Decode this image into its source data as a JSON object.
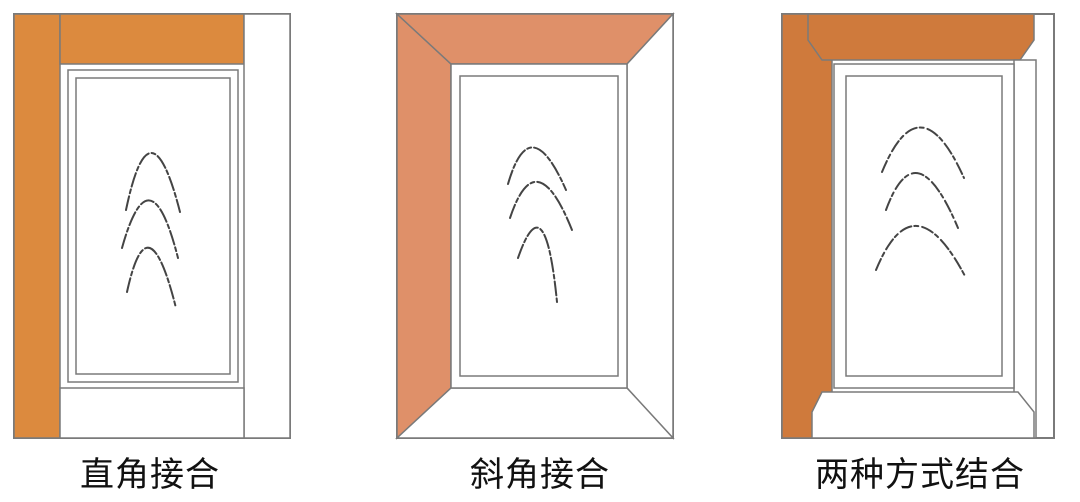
{
  "colors": {
    "outline": "#7a7a7a",
    "frame_fill": "#ffffff",
    "right_angle_wood": "#dc8a3e",
    "mitered_wood": "#df9069",
    "combined_wood": "#cf7a3c",
    "caption_text": "#111111"
  },
  "panels": [
    {
      "caption": "直角接合",
      "joint": "right-angle"
    },
    {
      "caption": "斜角接合",
      "joint": "mitered"
    },
    {
      "caption": "两种方式结合",
      "joint": "combined"
    }
  ]
}
